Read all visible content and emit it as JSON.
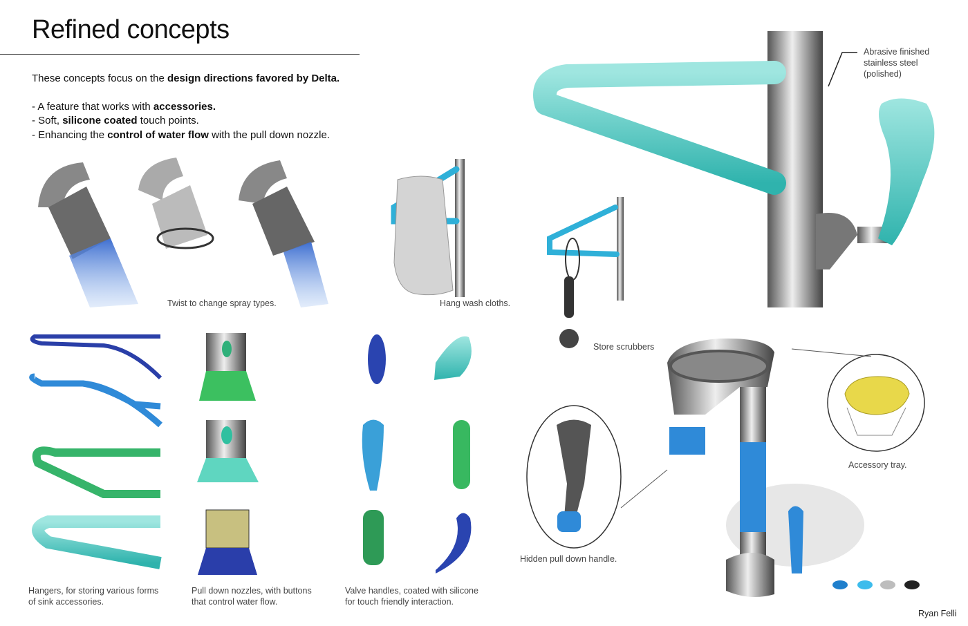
{
  "title": "Refined concepts",
  "intro": {
    "lead_normal": "These concepts focus on the ",
    "lead_bold": "design directions favored by Delta.",
    "bullets": [
      {
        "pre": "- A feature that works with ",
        "bold": "accessories.",
        "post": ""
      },
      {
        "pre": "- Soft, ",
        "bold": "silicone coated",
        "post": " touch points."
      },
      {
        "pre": "- Enhancing the ",
        "bold": "control of water flow",
        "post": " with the pull down nozzle."
      }
    ]
  },
  "captions": {
    "twist": "Twist to change spray types.",
    "hang": "Hang wash cloths.",
    "scrubbers": "Store scrubbers",
    "material_line1": "Abrasive finished",
    "material_line2": "stainless steel",
    "material_line3": "(polished)",
    "hangers_line1": "Hangers, for storing various forms",
    "hangers_line2": "of sink accessories.",
    "nozzles_line1": "Pull down nozzles, with buttons",
    "nozzles_line2": "that control water flow.",
    "valves_line1": "Valve handles, coated with silicone",
    "valves_line2": "for touch friendly interaction.",
    "hidden_handle": "Hidden pull down handle.",
    "tray": "Accessory tray.",
    "author": "Ryan Felli"
  },
  "color_swatches": [
    "#1f7fcc",
    "#3cbcec",
    "#bdbdbd",
    "#222222"
  ]
}
